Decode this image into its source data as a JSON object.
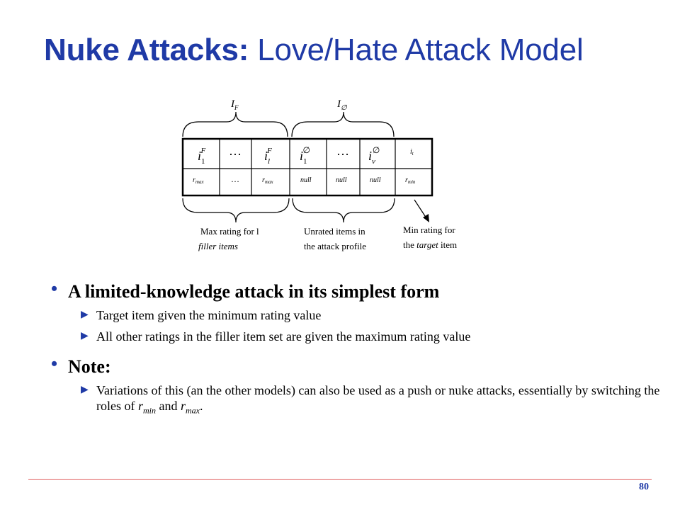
{
  "slide": {
    "title_bold": "Nuke Attacks:",
    "title_rest": " Love/Hate Attack Model",
    "page_number": "80"
  },
  "diagram": {
    "group_labels": {
      "filler": "I",
      "filler_sub": "F",
      "unrated": "I",
      "unrated_sub": "∅"
    },
    "header_cells": [
      {
        "base": "i",
        "sub": "1",
        "sup": "F"
      },
      {
        "base": "…",
        "sub": "",
        "sup": ""
      },
      {
        "base": "i",
        "sub": "l",
        "sup": "F"
      },
      {
        "base": "i",
        "sub": "1",
        "sup": "∅"
      },
      {
        "base": "…",
        "sub": "",
        "sup": ""
      },
      {
        "base": "i",
        "sub": "v",
        "sup": "∅"
      },
      {
        "base": "i",
        "sub": "t",
        "sup": ""
      }
    ],
    "value_cells": [
      {
        "base": "r",
        "sub": "max"
      },
      {
        "base": "…",
        "sub": ""
      },
      {
        "base": "r",
        "sub": "max"
      },
      {
        "base": "null",
        "sub": ""
      },
      {
        "base": "null",
        "sub": ""
      },
      {
        "base": "null",
        "sub": ""
      },
      {
        "base": "r",
        "sub": "min"
      }
    ],
    "captions": {
      "filler_line1": "Max rating for l",
      "filler_line2": "filler items",
      "unrated_line1": "Unrated items in",
      "unrated_line2": "the attack profile",
      "target_line1": "Min rating for",
      "target_line2_pre": "the ",
      "target_line2_em": "target",
      "target_line2_post": " item"
    }
  },
  "bullets": {
    "b1": {
      "text": "A limited-knowledge attack in its simplest form",
      "subs": [
        "Target item given the minimum rating value",
        "All other ratings in the filler item set are given the maximum rating value"
      ]
    },
    "b2": {
      "text": "Note:",
      "sub_pre": "Variations of this (an the other models) can also be used as a push or nuke attacks, essentially by switching the roles of ",
      "sub_r1": "r",
      "sub_r1_sub": "min",
      "sub_and": " and ",
      "sub_r2": "r",
      "sub_r2_sub": "max",
      "sub_end": "."
    }
  },
  "colors": {
    "title": "#1f3aa6",
    "footer_rule": "#e06060"
  }
}
